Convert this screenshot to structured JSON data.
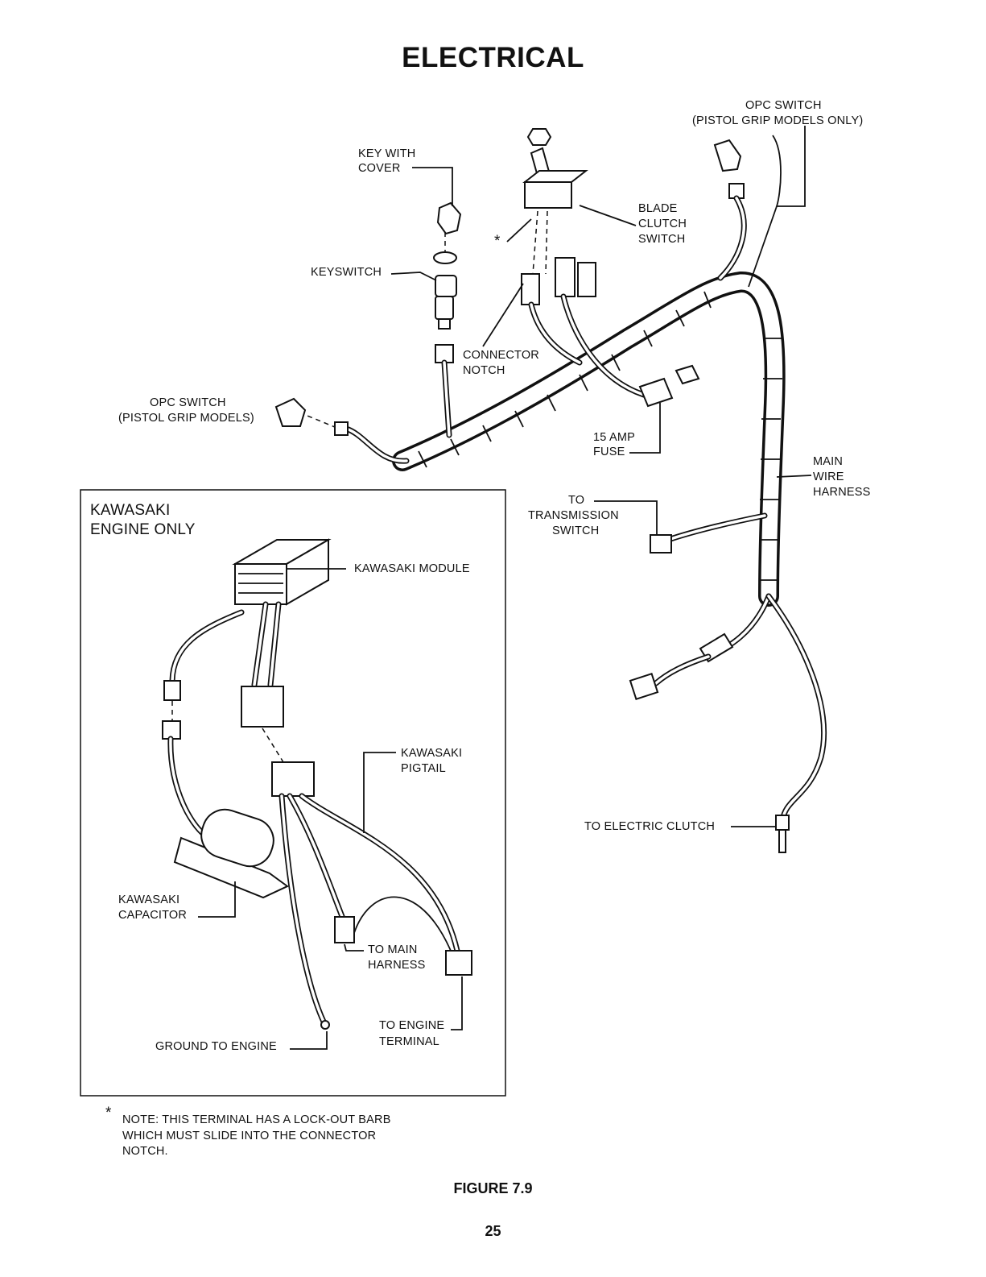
{
  "page": {
    "title": "ELECTRICAL",
    "figure_caption": "FIGURE 7.9",
    "page_number": "25"
  },
  "labels": {
    "key_with": "KEY WITH",
    "cover": "COVER",
    "keyswitch": "KEYSWITCH",
    "opc_switch_top": "OPC SWITCH",
    "opc_switch_top_note": "(PISTOL GRIP MODELS ONLY)",
    "blade": "BLADE",
    "clutch": "CLUTCH",
    "switch": "SWITCH",
    "connector": "CONNECTOR",
    "notch": "NOTCH",
    "opc_switch_left": "OPC SWITCH",
    "opc_switch_left_note": "(PISTOL GRIP MODELS)",
    "fuse_amp": "15 AMP",
    "fuse": "FUSE",
    "main": "MAIN",
    "wire": "WIRE",
    "harness": "HARNESS",
    "to_trans": "TO",
    "transmission": "TRANSMISSION",
    "trans_switch": "SWITCH",
    "to_electric_clutch": "TO ELECTRIC CLUTCH",
    "asterisk": "*"
  },
  "inset": {
    "heading_line1": "KAWASAKI",
    "heading_line2": "ENGINE ONLY",
    "module": "KAWASAKI MODULE",
    "pigtail_line1": "KAWASAKI",
    "pigtail_line2": "PIGTAIL",
    "capacitor_line1": "KAWASAKI",
    "capacitor_line2": "CAPACITOR",
    "to_main_line1": "TO MAIN",
    "to_main_line2": "HARNESS",
    "to_engine_line1": "TO ENGINE",
    "to_engine_line2": "TERMINAL",
    "ground": "GROUND TO ENGINE"
  },
  "note": {
    "asterisk": "*",
    "line1": "NOTE: THIS TERMINAL HAS A LOCK-OUT BARB",
    "line2": "WHICH MUST SLIDE INTO THE CONNECTOR",
    "line3": "NOTCH."
  }
}
